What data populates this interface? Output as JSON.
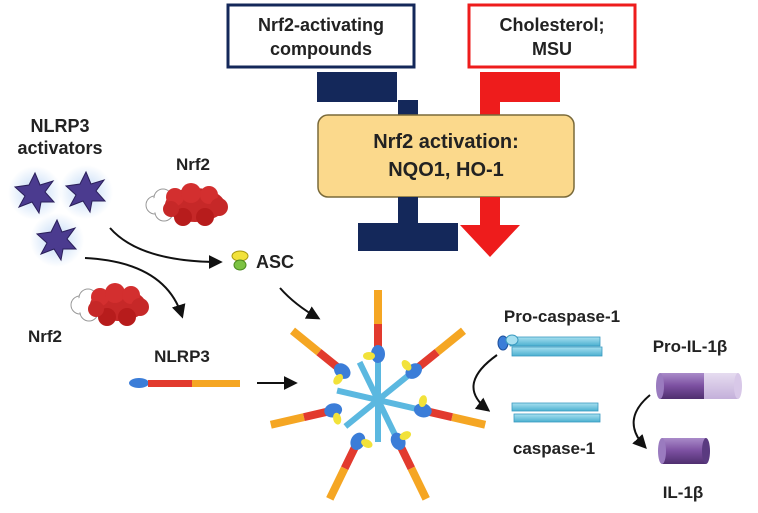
{
  "labels": {
    "nrf2_compounds_line1": "Nrf2-activating",
    "nrf2_compounds_line2": "compounds",
    "cholesterol_line1": "Cholesterol;",
    "cholesterol_line2": "MSU",
    "activation_line1": "Nrf2 activation:",
    "activation_line2": "NQO1,  HO-1",
    "nlrp3_activators_line1": "NLRP3",
    "nlrp3_activators_line2": "activators",
    "nrf2_top": "Nrf2",
    "nrf2_bottom": "Nrf2",
    "asc": "ASC",
    "nlrp3": "NLRP3",
    "pro_caspase": "Pro-caspase-1",
    "caspase": "caspase-1",
    "pro_il1b": "Pro-IL-1β",
    "il1b": "IL-1β"
  },
  "colors": {
    "inhibit_navy": "#14285a",
    "activate_red": "#ee1c1c",
    "activation_box_fill": "#fbd98c",
    "caspase_cyan": "#5bc0de",
    "il1b_purple": "#7b4fa0",
    "nrf2_red": "#d32f2f",
    "activator_purple": "#4b3b8f"
  },
  "icons": {
    "nlrp3_activator": "star-burst-icon",
    "nrf2_protein": "cloud-protein-icon",
    "asc_adaptor": "asc-adaptor-icon",
    "inflammasome": "inflammasome-complex-icon",
    "inhibition": "t-bar-inhibition-icon",
    "activation": "arrow-activation-icon"
  }
}
